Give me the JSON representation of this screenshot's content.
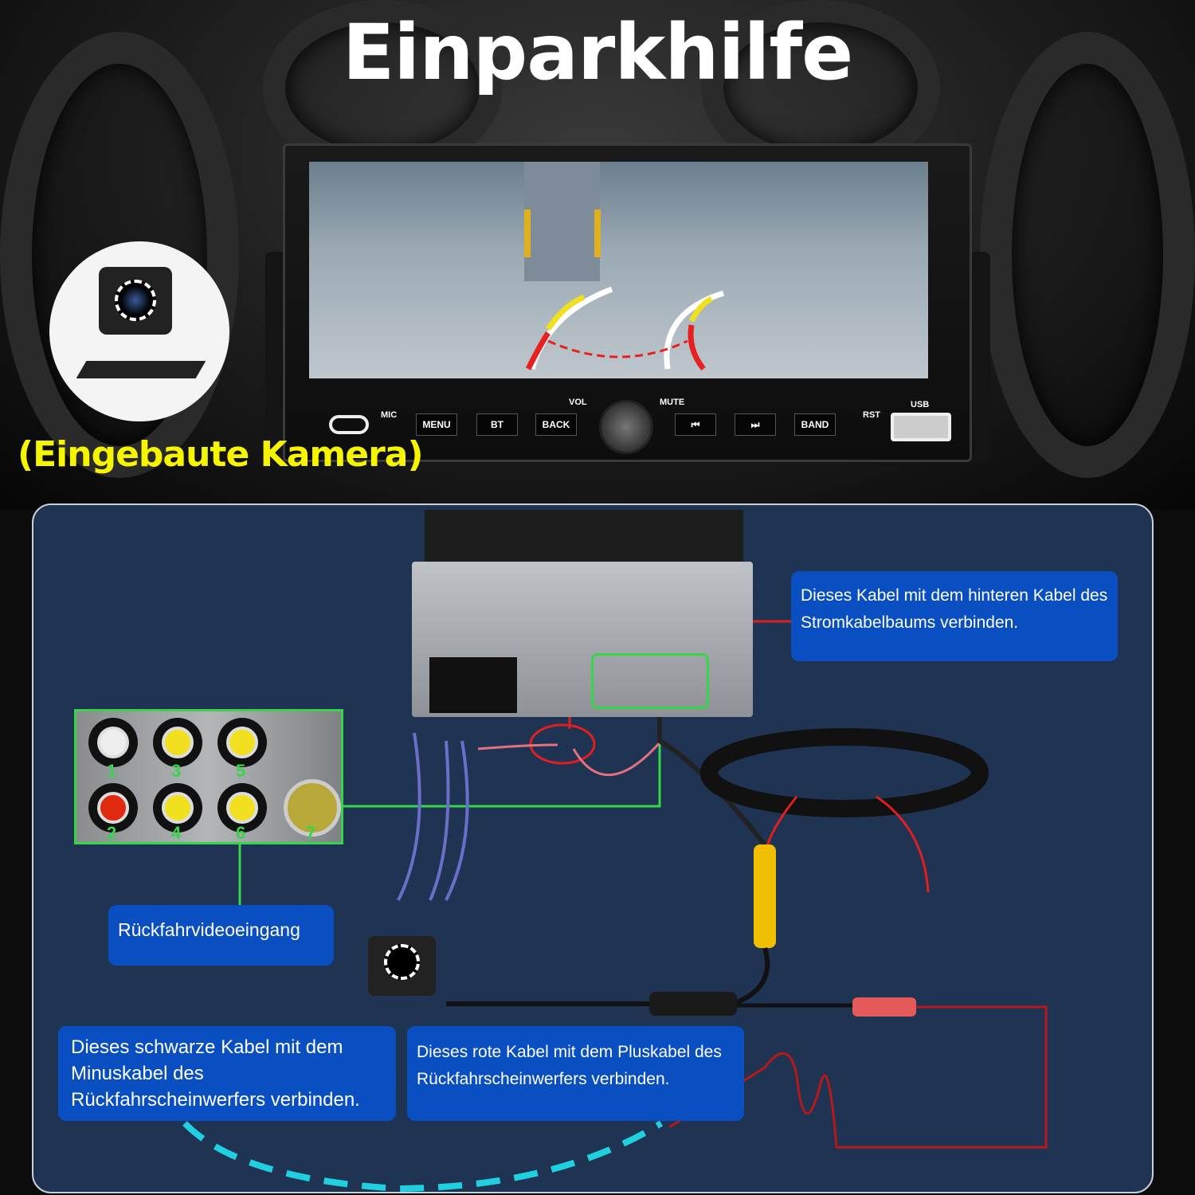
{
  "title": "Einparkhilfe",
  "camera_caption": "(Eingebaute Kamera)",
  "head_unit": {
    "labels": {
      "mic": "MIC",
      "vol": "VOL",
      "mute": "MUTE",
      "rst": "RST",
      "usb": "USB"
    },
    "buttons": [
      "MENU",
      "BT",
      "BACK",
      "⏮",
      "⏭",
      "BAND"
    ]
  },
  "rca_panel": {
    "numbers": [
      "1",
      "2",
      "3",
      "4",
      "5",
      "6",
      "7"
    ]
  },
  "callouts": {
    "power": "Dieses Kabel mit dem hinteren Kabel des Stromkabelbaums verbinden.",
    "video_input": "Rückfahrvideoeingang",
    "black_cable": "Dieses schwarze Kabel mit dem Minuskabel des Rückfahrscheinwerfers verbinden.",
    "red_cable": "Dieses rote Kabel mit dem Pluskabel des Rückfahrscheinwerfers verbinden."
  },
  "colors": {
    "callout": "#0a4fc2",
    "highlight": "#37d64a",
    "caption": "#f5f500",
    "panel": "#1f3352"
  }
}
